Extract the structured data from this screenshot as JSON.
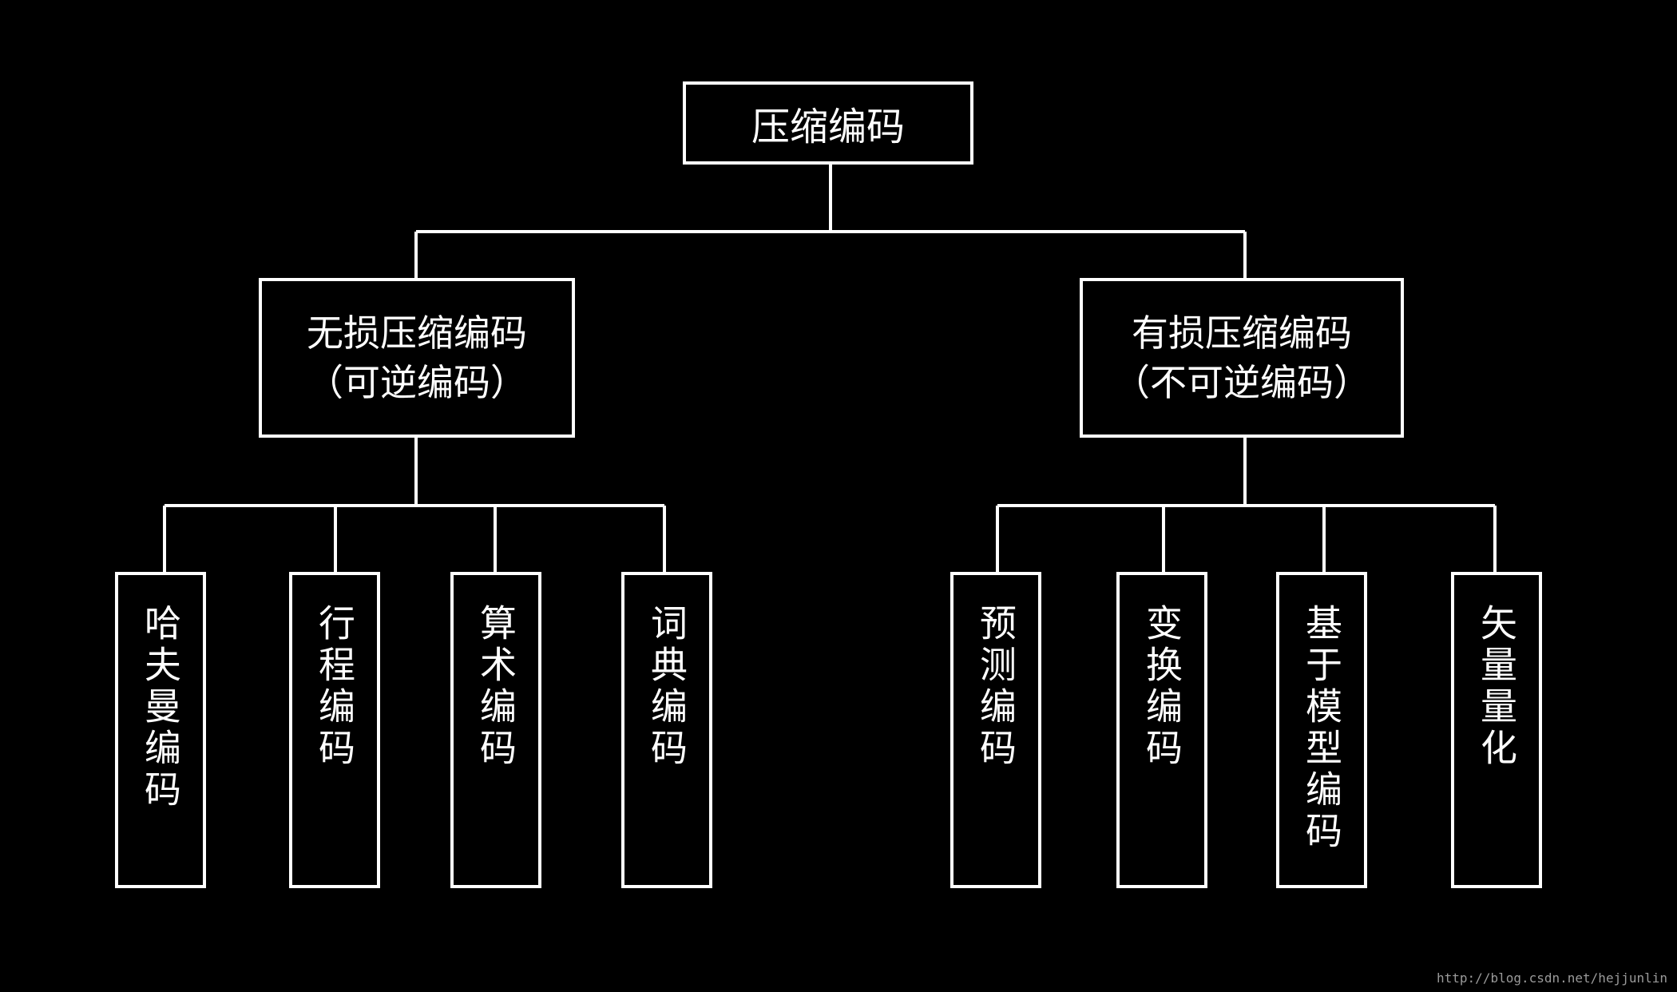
{
  "diagram": {
    "root": {
      "label": "压缩编码"
    },
    "branches": [
      {
        "title": "无损压缩编码",
        "subtitle": "（可逆编码）",
        "children": [
          "哈夫曼编码",
          "行程编码",
          "算术编码",
          "词典编码"
        ]
      },
      {
        "title": "有损压缩编码",
        "subtitle": "（不可逆编码）",
        "children": [
          "预测编码",
          "变换编码",
          "基于模型编码",
          "矢量量化"
        ]
      }
    ]
  },
  "watermark": "http://blog.csdn.net/hejjunlin",
  "colors": {
    "background": "#000000",
    "line": "#ffffff",
    "text": "#ffffff"
  }
}
